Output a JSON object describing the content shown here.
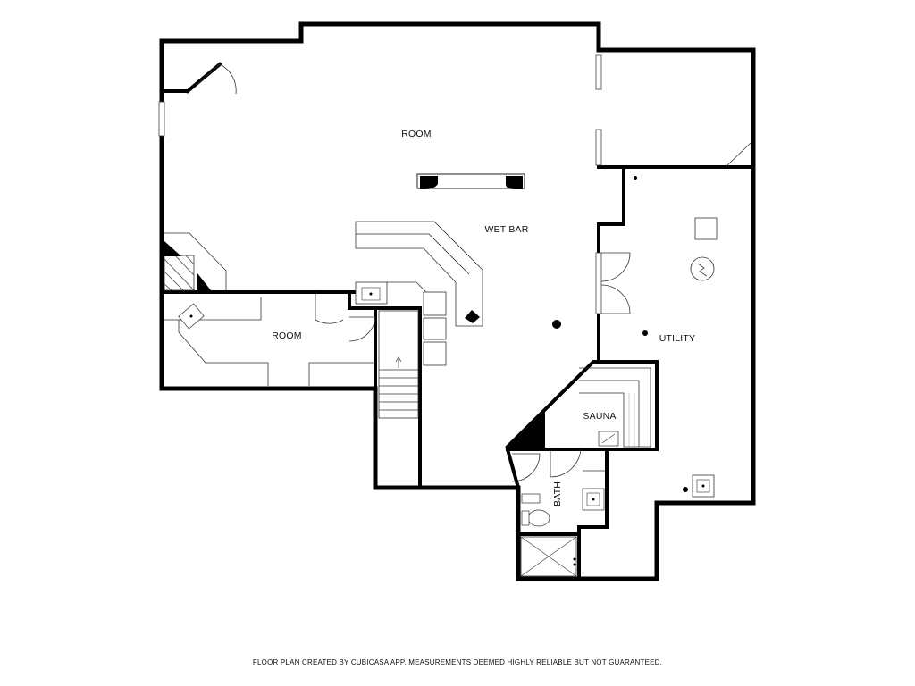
{
  "rooms": {
    "room_main": "ROOM",
    "wet_bar": "WET BAR",
    "room_left": "ROOM",
    "utility": "UTILITY",
    "sauna": "SAUNA",
    "bath": "BATH"
  },
  "footer": "FLOOR PLAN CREATED BY CUBICASA APP. MEASUREMENTS DEEMED HIGHLY RELIABLE BUT NOT GUARANTEED."
}
